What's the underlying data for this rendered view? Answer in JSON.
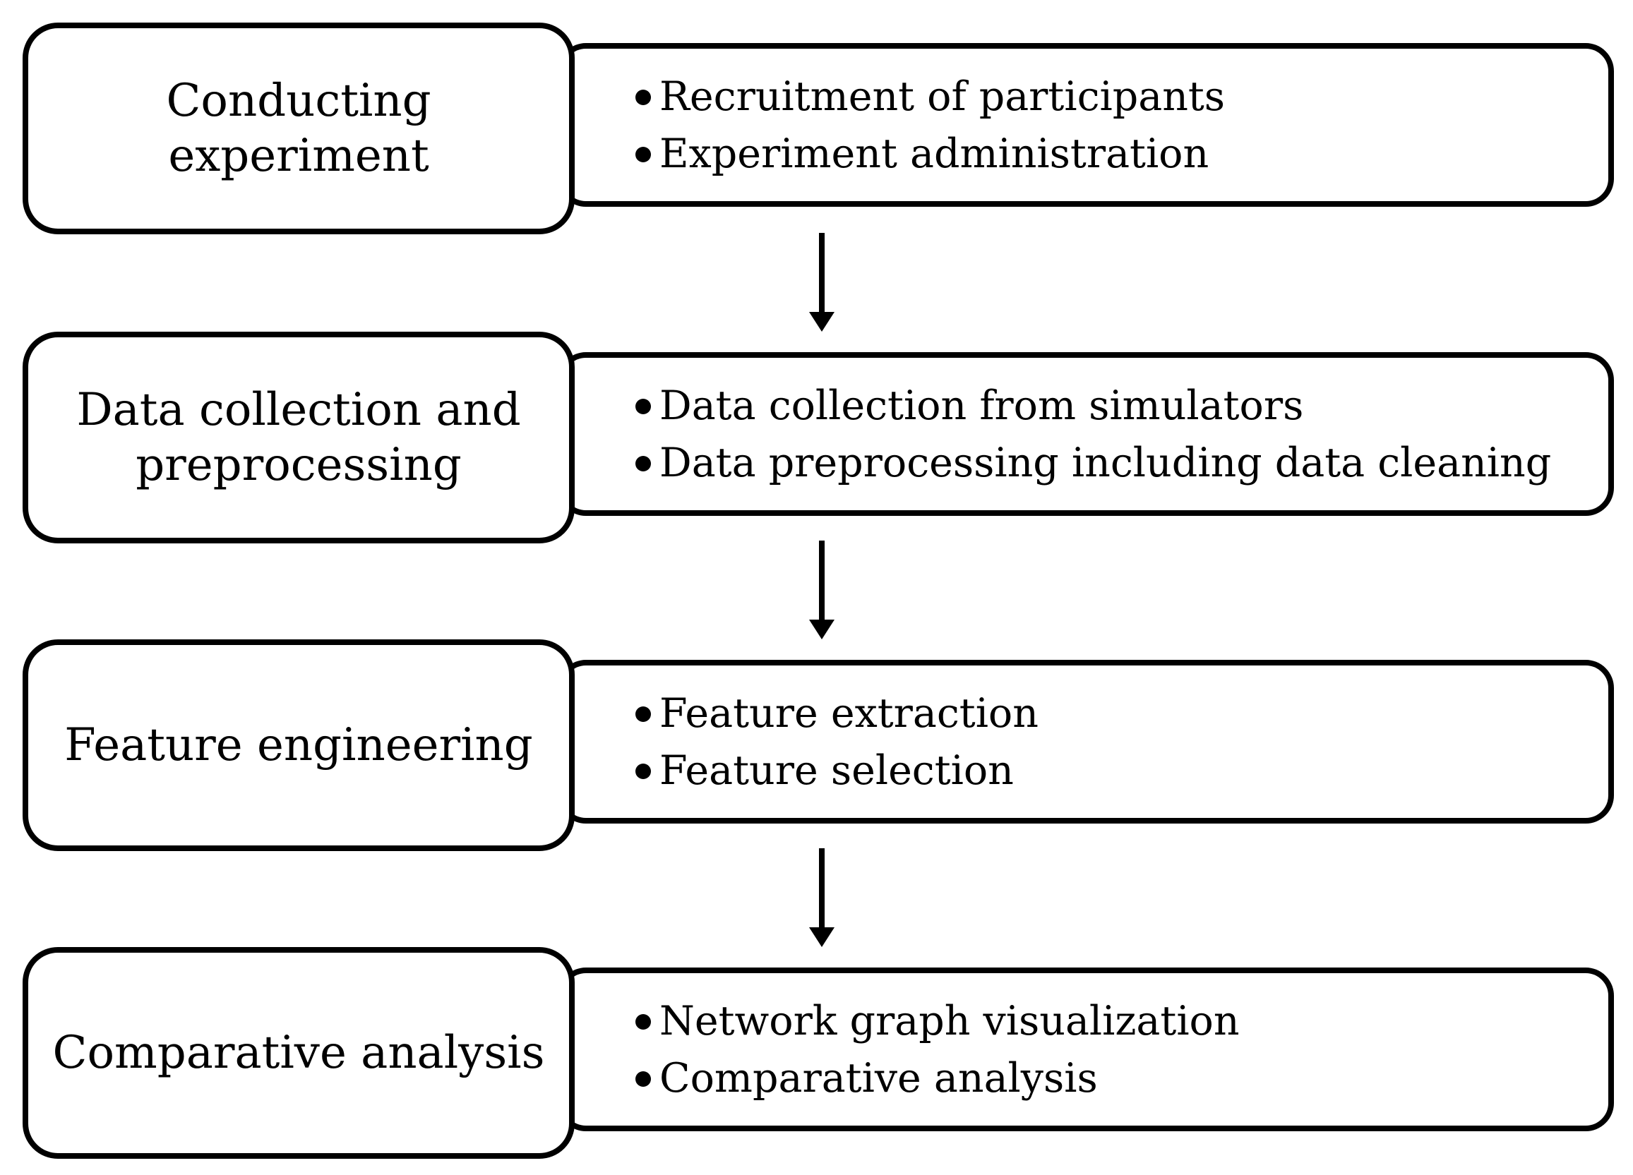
{
  "stages": [
    {
      "label_line1": "Conducting",
      "label_line2": "experiment",
      "bullets": [
        "Recruitment of participants",
        "Experiment administration"
      ]
    },
    {
      "label_line1": "Data collection and",
      "label_line2": "preprocessing",
      "bullets": [
        "Data collection from simulators",
        "Data preprocessing including data cleaning"
      ]
    },
    {
      "label_line1": "Feature engineering",
      "label_line2": "",
      "bullets": [
        "Feature extraction",
        "Feature selection"
      ]
    },
    {
      "label_line1": "Comparative analysis",
      "label_line2": "",
      "bullets": [
        "Network graph visualization",
        "Comparative analysis"
      ]
    }
  ],
  "arrow_icon": "down-arrow-icon",
  "colors": {
    "stroke": "#000000",
    "background": "#ffffff"
  }
}
